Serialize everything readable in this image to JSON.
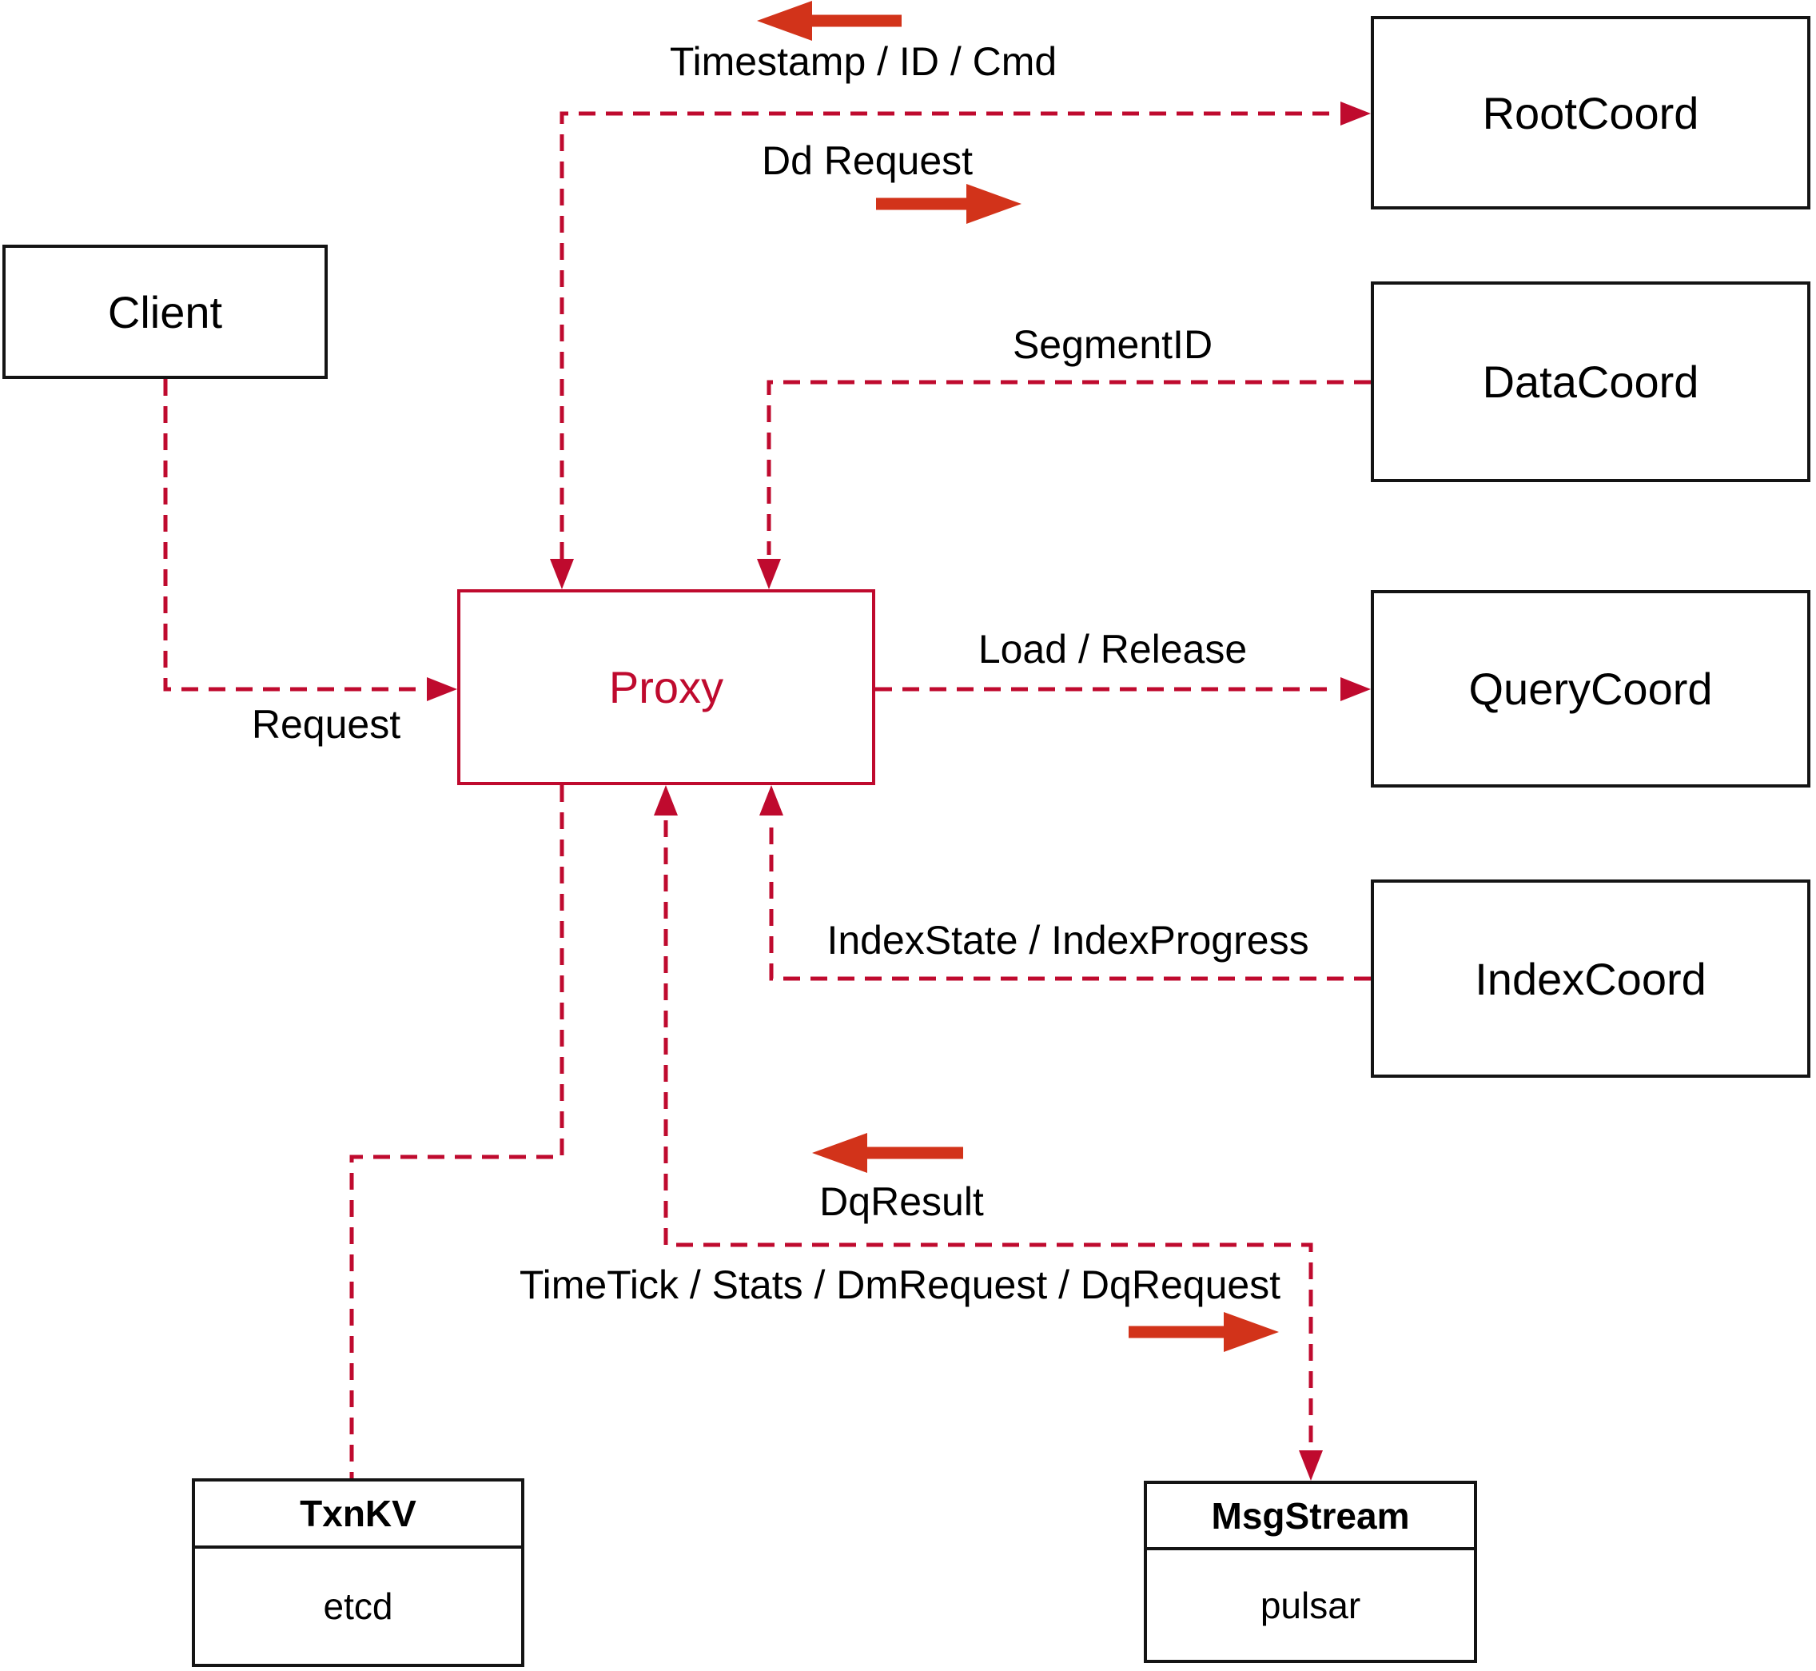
{
  "diagram_title": "Proxy message-flow diagram",
  "nodes": {
    "client": {
      "label": "Client"
    },
    "proxy": {
      "label": "Proxy"
    },
    "rootcoord": {
      "label": "RootCoord"
    },
    "datacoord": {
      "label": "DataCoord"
    },
    "querycoord": {
      "label": "QueryCoord"
    },
    "indexcoord": {
      "label": "IndexCoord"
    },
    "txnkv": {
      "title": "TxnKV",
      "subtitle": "etcd"
    },
    "msgstream": {
      "title": "MsgStream",
      "subtitle": "pulsar"
    }
  },
  "edge_labels": {
    "request": "Request",
    "timestamp_id_cmd": "Timestamp / ID / Cmd",
    "dd_request": "Dd Request",
    "segment_id": "SegmentID",
    "load_release": "Load / Release",
    "index_state": "IndexState / IndexProgress",
    "dq_result": "DqResult",
    "timetick": "TimeTick / Stats / DmRequest / DqRequest"
  },
  "icons": {
    "direction_arrows": [
      "left-arrow-icon",
      "right-arrow-icon",
      "left-arrow-icon",
      "right-arrow-icon"
    ]
  },
  "colors": {
    "line": "#bf0a2e",
    "arrow": "#d2331a",
    "box_border": "#141414",
    "text": "#000000",
    "bg": "#ffffff"
  }
}
